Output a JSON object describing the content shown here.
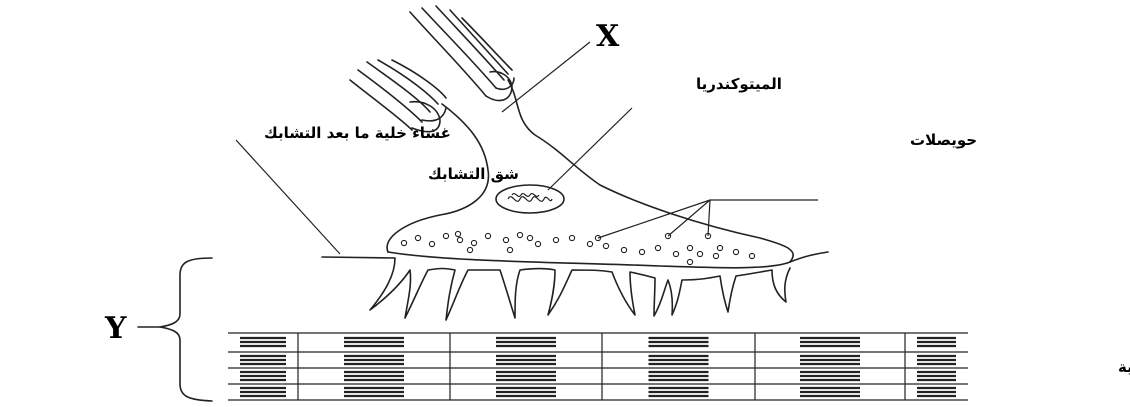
{
  "labels": {
    "x_letter": "X",
    "y_letter": "Y",
    "mitochondria": "الميتوكندريا",
    "vesicles": "حويصلات",
    "postsynaptic_membrane": "غشاء خلية ما بعد التشابك",
    "synaptic_cleft": "شق التشابك",
    "muscle_fibrils": "لييفات عضلية"
  }
}
